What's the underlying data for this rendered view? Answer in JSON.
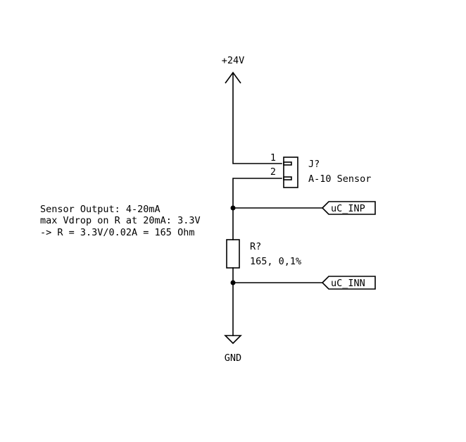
{
  "power": {
    "supply_label": "+24V",
    "ground_label": "GND"
  },
  "connector": {
    "reference": "J?",
    "value": "A-10 Sensor",
    "pins": [
      "1",
      "2"
    ]
  },
  "resistor": {
    "reference": "R?",
    "value": "165, 0,1%"
  },
  "labels": {
    "input_positive": "uC_INP",
    "input_negative": "uC_INN"
  },
  "note": {
    "lines": [
      "Sensor Output: 4-20mA",
      "max Vdrop on R at 20mA: 3.3V",
      "-> R = 3.3V/0.02A = 165 Ohm"
    ]
  }
}
